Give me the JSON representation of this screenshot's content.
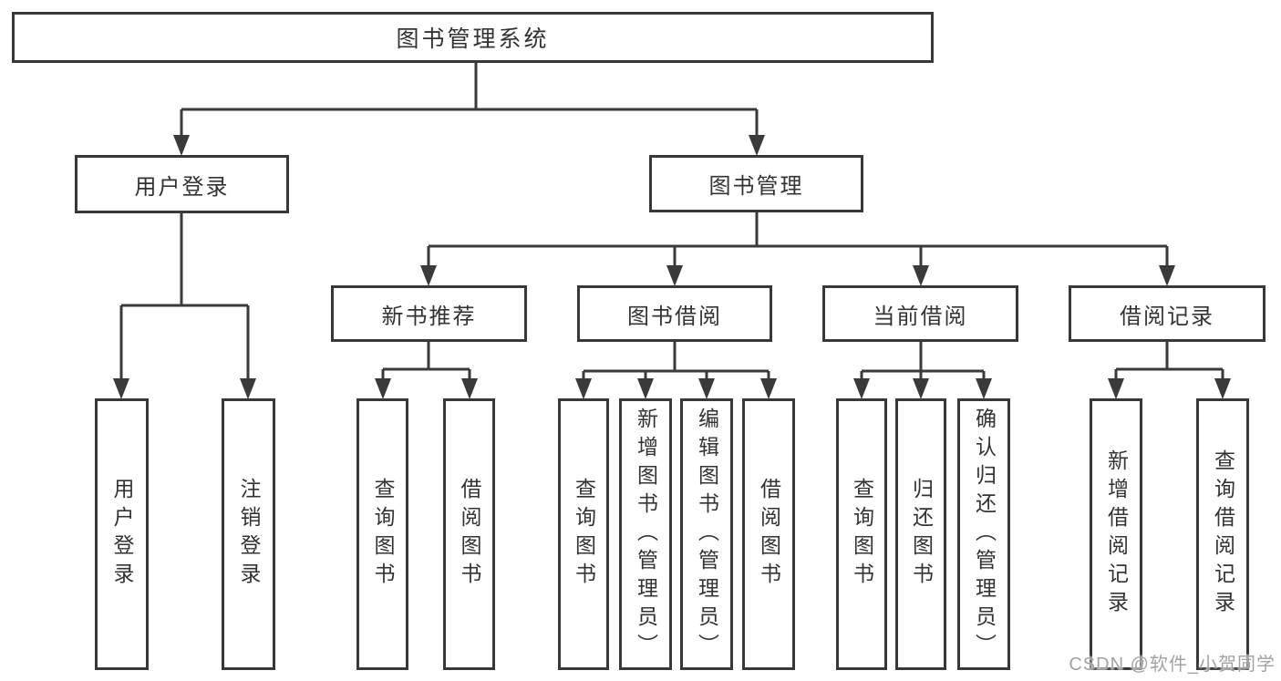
{
  "diagram_title": "图书管理系统",
  "colors": {
    "line": "#3a3a3a",
    "box_border": "#383838",
    "text": "#333333",
    "background": "#ffffff",
    "watermark": "#9a9a9a"
  },
  "nodes": {
    "root": "图书管理系统",
    "user_login": "用户登录",
    "book_management": "图书管理",
    "new_book_recommend": "新书推荐",
    "book_borrow": "图书借阅",
    "current_borrow": "当前借阅",
    "borrow_records": "借阅记录",
    "leaf_user_login": "用户登录",
    "leaf_logout_login": "注销登录",
    "leaf_newbook_query_book": "查询图书",
    "leaf_newbook_borrow_book": "借阅图书",
    "leaf_bookborrow_query_book": "查询图书",
    "leaf_bookborrow_add_book_admin": "新增图书（管理员）",
    "leaf_bookborrow_edit_book_admin": "编辑图书（管理员）",
    "leaf_bookborrow_borrow_book": "借阅图书",
    "leaf_current_query_book": "查询图书",
    "leaf_current_return_book": "归还图书",
    "leaf_current_confirm_return_admin": "确认归还（管理员）",
    "leaf_records_add_record": "新增借阅记录",
    "leaf_records_query_record": "查询借阅记录"
  },
  "watermark": "CSDN @软件_小贺同学"
}
